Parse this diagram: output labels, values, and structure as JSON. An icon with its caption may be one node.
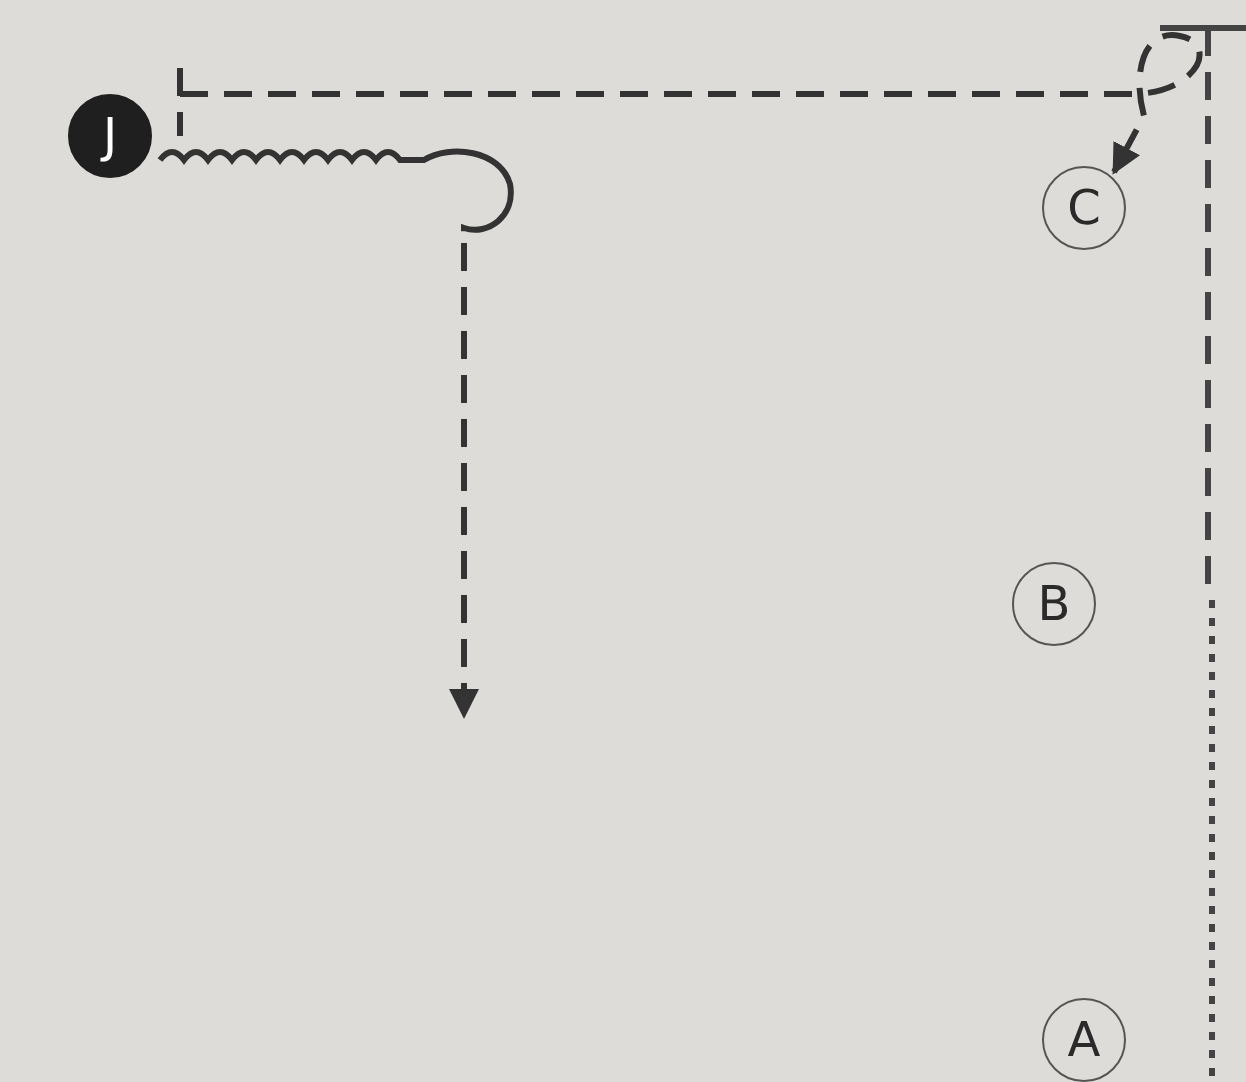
{
  "diagram": {
    "nodes": [
      {
        "text": [
          "J"
        ]
      },
      {
        "text": [
          "C"
        ]
      },
      {
        "text": [
          "B"
        ]
      },
      {
        "text": [
          "A"
        ]
      }
    ],
    "edges": [
      {
        "from": 0,
        "to": 1,
        "arrow": "to",
        "style": "dashed"
      },
      {
        "from": 0,
        "to": null,
        "arrow": "to"
      }
    ]
  }
}
